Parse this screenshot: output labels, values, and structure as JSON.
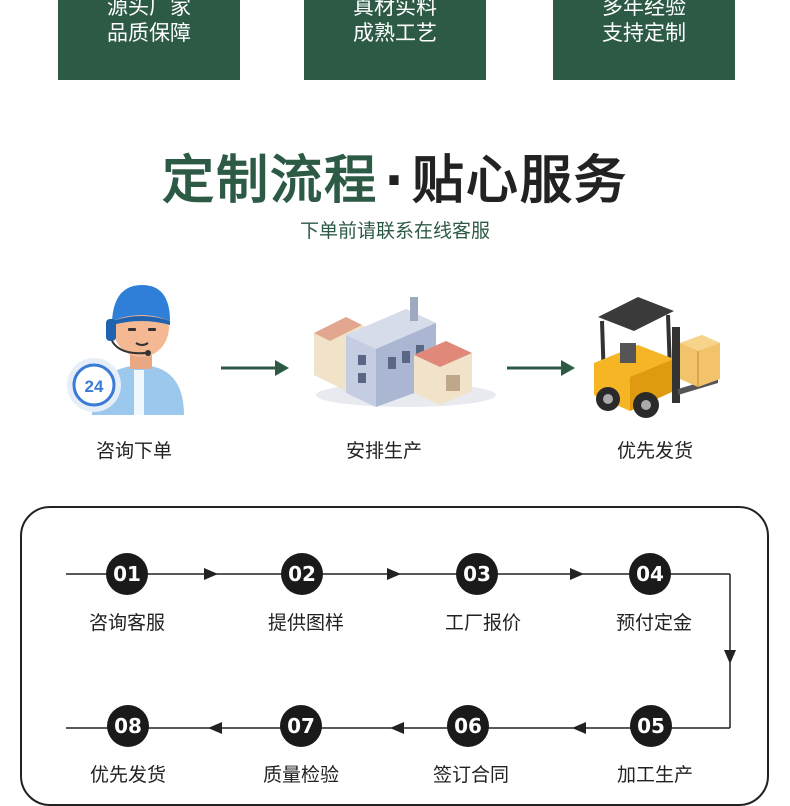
{
  "badges": [
    {
      "line1": "源头厂家",
      "line2": "品质保障"
    },
    {
      "line1": "真材实料",
      "line2": "成熟工艺"
    },
    {
      "line1": "多年经验",
      "line2": "支持定制"
    }
  ],
  "heading": {
    "part1": "定制流程",
    "dot": "·",
    "part2": "贴心服务"
  },
  "subtitle": "下单前请联系在线客服",
  "flow_steps": [
    {
      "label": "咨询下单",
      "icon": "customer-service-agent-icon",
      "badge_text": "24"
    },
    {
      "label": "安排生产",
      "icon": "factory-icon"
    },
    {
      "label": "优先发货",
      "icon": "forklift-icon"
    }
  ],
  "process_row1": [
    {
      "num": "01",
      "label": "咨询客服"
    },
    {
      "num": "02",
      "label": "提供图样"
    },
    {
      "num": "03",
      "label": "工厂报价"
    },
    {
      "num": "04",
      "label": "预付定金"
    }
  ],
  "process_row2": [
    {
      "num": "08",
      "label": "优先发货"
    },
    {
      "num": "07",
      "label": "质量检验"
    },
    {
      "num": "06",
      "label": "签订合同"
    },
    {
      "num": "05",
      "label": "加工生产"
    }
  ],
  "colors": {
    "brand_green": "#2d5a45",
    "dark": "#1a1a1a"
  }
}
